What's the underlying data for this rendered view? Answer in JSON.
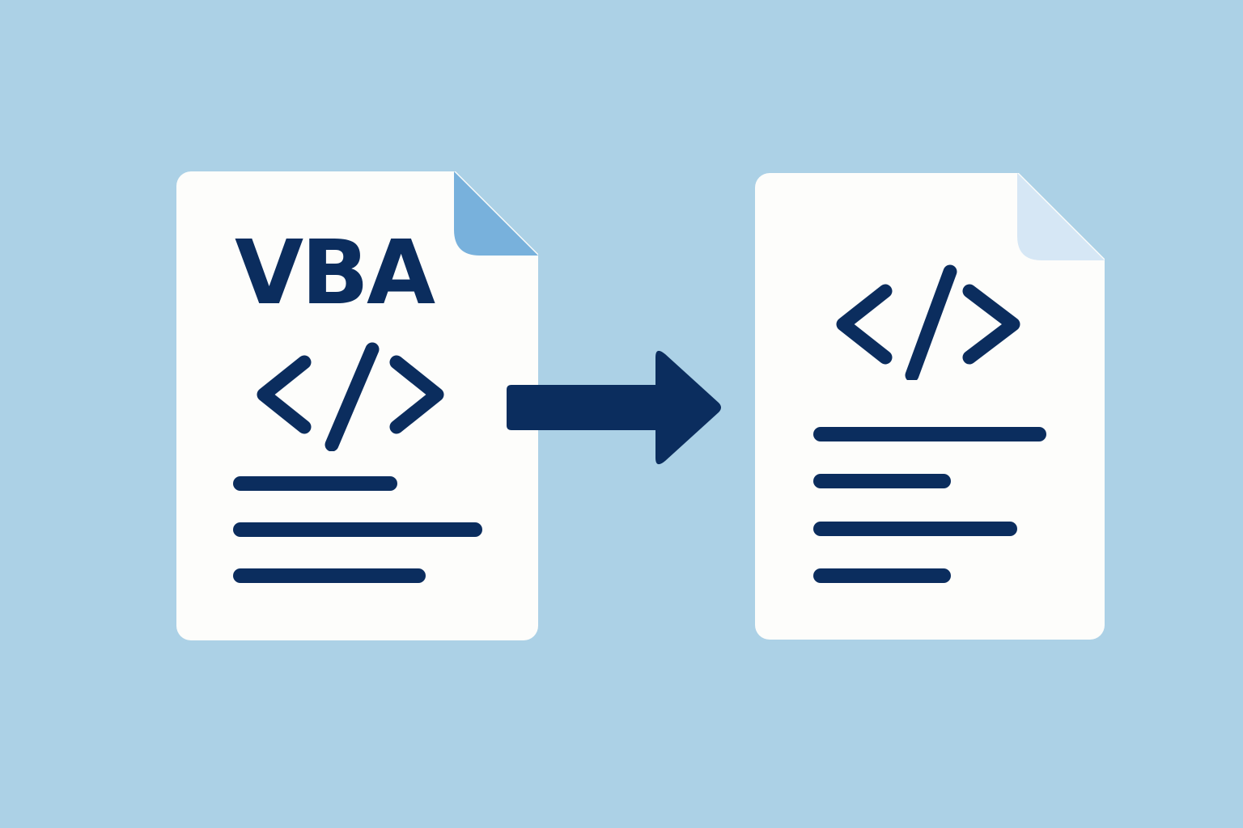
{
  "source_document": {
    "label": "VBA",
    "icon": "code-brackets-icon",
    "fold_color": "#78b1dc",
    "text_lines": 3
  },
  "target_document": {
    "icon": "code-brackets-icon",
    "fold_color": "#d6e7f5",
    "text_lines": 4
  },
  "connector": {
    "icon": "right-arrow-icon",
    "direction": "right"
  },
  "colors": {
    "background": "#acd1e6",
    "page": "#fdfdfb",
    "ink": "#0b2d5e"
  }
}
